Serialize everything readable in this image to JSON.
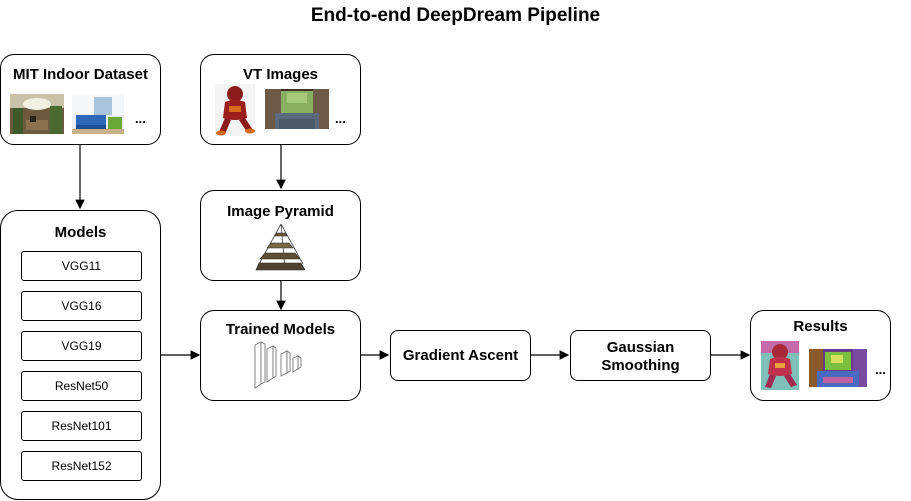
{
  "title": "End-to-end DeepDream Pipeline",
  "dataset": {
    "label": "MIT Indoor Dataset",
    "more": "..."
  },
  "vt_images": {
    "label": "VT Images",
    "more": "..."
  },
  "models": {
    "label": "Models",
    "items": [
      "VGG11",
      "VGG16",
      "VGG19",
      "ResNet50",
      "ResNet101",
      "ResNet152"
    ]
  },
  "pyramid": {
    "label": "Image Pyramid"
  },
  "trained_models": {
    "label": "Trained Models"
  },
  "gradient_ascent": {
    "label": "Gradient Ascent"
  },
  "gaussian": {
    "label": "Gaussian Smoothing"
  },
  "results": {
    "label": "Results",
    "more": "..."
  }
}
